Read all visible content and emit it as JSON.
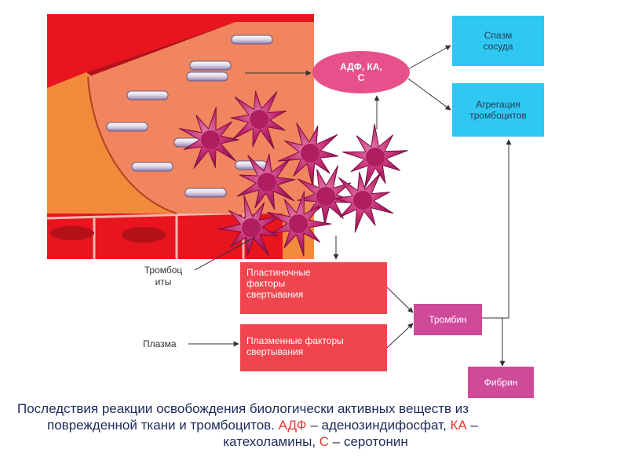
{
  "diagram": {
    "mediator_node": {
      "line1": "АДФ, КА,",
      "line2": "С"
    },
    "vessel_spasm": {
      "line1": "Спазм",
      "line2": "сосуда"
    },
    "platelet_aggregation": {
      "line1": "Агрегация",
      "line2": "тромбоцитов"
    },
    "platelet_factors": {
      "line1": "Пластиночные",
      "line2": "факторы",
      "line3": "свертывания"
    },
    "plasma_factors": {
      "line1": "Плазменные факторы",
      "line2": "свертывания"
    },
    "thrombin": "Тромбин",
    "fibrin": "Фибрин",
    "platelets_label": {
      "line1": "Тромбоц",
      "line2": "иты"
    },
    "plasma_label": "Плазма"
  },
  "caption": {
    "line1": "Последствия реакции освобождения биологически активных веществ из",
    "line2a": "поврежденной ткани и тромбоцитов. ",
    "adf": "АДФ",
    "line2b": " – аденозиндифосфат, ",
    "ka": "КА",
    "line2c": " –",
    "line3a": "катехоламины, ",
    "c": "С",
    "line3b": " – серотонин"
  },
  "colors": {
    "cyan_box": "#2ec8f2",
    "red_box": "#f0454f",
    "magenta_box": "#d04a9a",
    "ellipse": "#e8508c",
    "platelet": "#c2266f",
    "tissue_orange": "#f48a3c",
    "vessel_red": "#e8141e",
    "highlight": "#e53935"
  }
}
